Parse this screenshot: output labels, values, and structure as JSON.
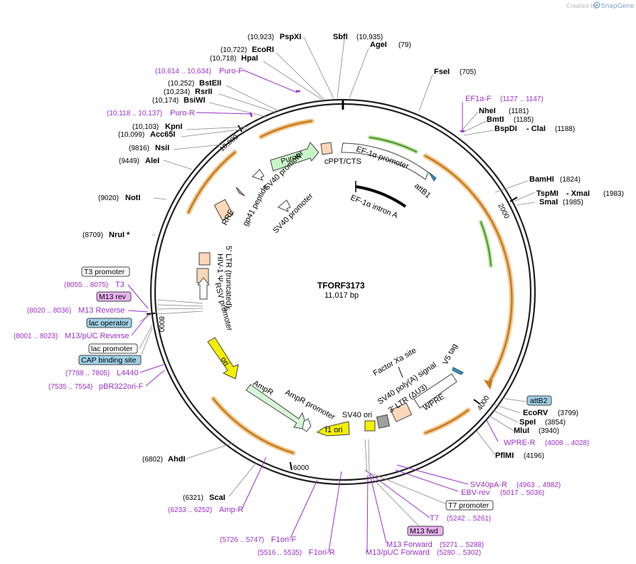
{
  "app": {
    "credit": "Created by",
    "brand": "SnapGene"
  },
  "plasmid": {
    "name": "TFORF3173",
    "size": "11,017 bp"
  },
  "ruler": [
    "2000",
    "4000",
    "6000",
    "8000",
    "10,000"
  ],
  "sites": {
    "pspxi": {
      "name": "PspXI",
      "pos": "(10,923)"
    },
    "sbfi": {
      "name": "SbfI",
      "pos": "(10,935)"
    },
    "agei": {
      "name": "AgeI",
      "pos": "(79)"
    },
    "ecori": {
      "name": "EcoRI",
      "pos": "(10,722)"
    },
    "hpai": {
      "name": "HpaI",
      "pos": "(10,718)"
    },
    "fsei": {
      "name": "FseI",
      "pos": "(705)"
    },
    "bstei": {
      "name": "BstEII",
      "pos": "(10,252)"
    },
    "rsrii": {
      "name": "RsrII",
      "pos": "(10,234)"
    },
    "bsiwi": {
      "name": "BsiWI",
      "pos": "(10,174)"
    },
    "nhei": {
      "name": "NheI",
      "pos": "(1181)"
    },
    "bmti": {
      "name": "BmtI",
      "pos": "(1185)"
    },
    "bspdi": {
      "name": "BspDI",
      "sep": "- ClaI",
      "pos": "(1188)"
    },
    "kpni": {
      "name": "KpnI",
      "pos": "(10,103)"
    },
    "acc65i": {
      "name": "Acc65I",
      "pos": "(10,099)"
    },
    "nsii": {
      "name": "NsiI",
      "pos": "(9816)"
    },
    "alei": {
      "name": "AleI",
      "pos": "(9449)"
    },
    "bamhi": {
      "name": "BamHI",
      "pos": "(1824)"
    },
    "tspmi": {
      "name": "TspMI",
      "sep": "- XmaI",
      "pos": "(1983)"
    },
    "smai": {
      "name": "SmaI",
      "pos": "(1985)"
    },
    "noti": {
      "name": "NotI",
      "pos": "(9020)"
    },
    "nrui": {
      "name": "NruI *",
      "pos": "(8709)"
    },
    "ecorv": {
      "name": "EcoRV",
      "pos": "(3799)"
    },
    "spei": {
      "name": "SpeI",
      "pos": "(3854)"
    },
    "mlui": {
      "name": "MluI",
      "pos": "(3940)"
    },
    "pflmi": {
      "name": "PflMI",
      "pos": "(4196)"
    },
    "ahdi": {
      "name": "AhdI",
      "pos": "(6802)"
    },
    "scai": {
      "name": "ScaI",
      "pos": "(6321)"
    }
  },
  "primers": {
    "purof": {
      "name": "Puro-F",
      "pos": "(10,614 .. 10,634)"
    },
    "puror": {
      "name": "Puro-R",
      "pos": "(10,118 .. 10,137)"
    },
    "ef1af": {
      "name": "EF1a-F",
      "pos": "(1127 .. 1147)"
    },
    "t3": {
      "name": "T3",
      "pos": "(8055 .. 8075)"
    },
    "m13rev": {
      "name": "M13 Reverse",
      "pos": "(8020 .. 8036)"
    },
    "m13puc_rev": {
      "name": "M13/pUC Reverse",
      "pos": "(8001 .. 8023)"
    },
    "l4440": {
      "name": "L4440",
      "pos": "(7788 .. 7805)"
    },
    "pbr322": {
      "name": "pBR322ori-F",
      "pos": "(7535 .. 7554)"
    },
    "wprer": {
      "name": "WPRE-R",
      "pos": "(4008 .. 4028)"
    },
    "sv40par": {
      "name": "SV40pA-R",
      "pos": "(4963 .. 4982)"
    },
    "ebvrev": {
      "name": "EBV-rev",
      "pos": "(5017 .. 5036)"
    },
    "t7": {
      "name": "T7",
      "pos": "(5242 .. 5261)"
    },
    "m13fwd": {
      "name": "M13 Forward",
      "pos": "(5271 .. 5288)"
    },
    "m13puc_fwd": {
      "name": "M13/pUC Forward",
      "pos": "(5280 .. 5302)"
    },
    "f1orir": {
      "name": "F1ori-R",
      "pos": "(5516 .. 5535)"
    },
    "f1orif": {
      "name": "F1ori-F",
      "pos": "(5726 .. 5747)"
    },
    "ampr_primer": {
      "name": "Amp-R",
      "pos": "(6233 .. 6252)"
    }
  },
  "boxes": {
    "t3promoter": "T3 promoter",
    "m13rev": "M13 rev",
    "lacoperator": "lac operator",
    "lacpromoter": "lac promoter",
    "cap": "CAP binding site",
    "attb2": "attB2",
    "t7promoter": "T7 promoter",
    "m13fwd": "M13 fwd"
  },
  "features": {
    "puror": "PuroR",
    "cppt": "cPPT/CTS",
    "ef1a_promoter": "EF-1α promoter",
    "attb1": "attB1",
    "ef1a_intron": "EF-1α intron A",
    "sv40_promoter_1": "SV40 promoter",
    "sv40_promoter_2": "SV40 promoter",
    "rre": "RRE",
    "gp41": "gp41 peptide",
    "hiv_psi": "HIV-1 Ψ",
    "ltr5": "5′ LTR (truncated)",
    "rsv": "RSV promoter",
    "ori": "ori",
    "ampr": "AmpR",
    "ampr_promoter": "AmpR promoter",
    "f1ori": "f1 ori",
    "sv40ori": "SV40 ori",
    "sv40polya": "SV40 poly(A) signal",
    "ltr3": "3′ LTR (ΔU3)",
    "wpre": "WPRE",
    "v5tag": "V5 tag",
    "factorxa": "Factor Xa site"
  },
  "colors": {
    "primer": "#9b30c8",
    "orange_arrow": "#e0a050",
    "green_arrow": "#6ab04c",
    "puro_fill": "#c8f5c8",
    "ori_fill": "#f5f000",
    "ampr_fill": "#d6f5d6",
    "peach": "#fcd7b8",
    "box_blue": "#9fd0e6",
    "box_purple": "#e8b3f0"
  }
}
